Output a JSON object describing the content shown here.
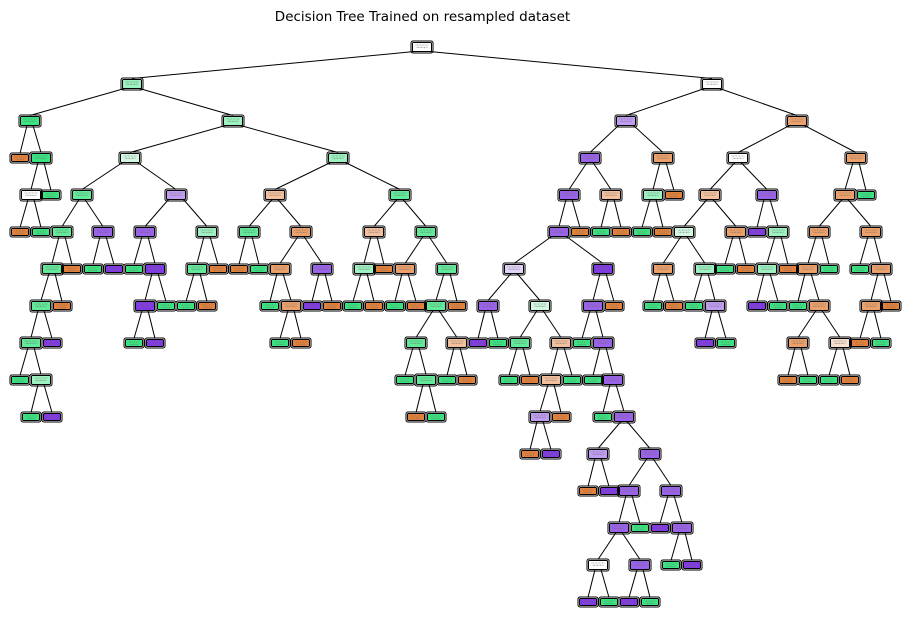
{
  "figure": {
    "title": "Decision Tree Trained on resampled dataset"
  },
  "palette": {
    "orange": "#e58139",
    "orange_mid": "#eca06a",
    "orange_light": "#f2c09c",
    "orange_pale": "#f8e0ce",
    "white": "#ffffff",
    "green": "#39e581",
    "green_mid": "#61ea9a",
    "green_light": "#9cf2c0",
    "green_pale": "#d3f9e3",
    "purple": "#8139e5",
    "purple_mid": "#9a61ea",
    "purple_light": "#c09cf2",
    "purple_pale": "#e3d3f9"
  },
  "tree": {
    "nodes": [
      {
        "id": "n0",
        "parent": null,
        "fill": "white"
      },
      {
        "id": "n1",
        "parent": "n0",
        "fill": "green_light"
      },
      {
        "id": "n2",
        "parent": "n1",
        "fill": "green"
      },
      {
        "id": "n3",
        "parent": "n2",
        "fill": "orange"
      },
      {
        "id": "n4",
        "parent": "n2",
        "fill": "green"
      },
      {
        "id": "n5",
        "parent": "n4",
        "fill": "white"
      },
      {
        "id": "n6",
        "parent": "n5",
        "fill": "orange"
      },
      {
        "id": "n7",
        "parent": "n5",
        "fill": "green"
      },
      {
        "id": "n8",
        "parent": "n4",
        "fill": "green"
      },
      {
        "id": "n9",
        "parent": "n1",
        "fill": "green_light"
      },
      {
        "id": "n10",
        "parent": "n9",
        "fill": "green_pale"
      },
      {
        "id": "n11",
        "parent": "n10",
        "fill": "green_mid"
      },
      {
        "id": "n12",
        "parent": "n11",
        "fill": "green_mid"
      },
      {
        "id": "n13",
        "parent": "n12",
        "fill": "green_mid"
      },
      {
        "id": "n14",
        "parent": "n13",
        "fill": "green_mid"
      },
      {
        "id": "n15",
        "parent": "n14",
        "fill": "green_mid"
      },
      {
        "id": "n16",
        "parent": "n15",
        "fill": "green"
      },
      {
        "id": "n17",
        "parent": "n15",
        "fill": "green_light"
      },
      {
        "id": "n18",
        "parent": "n17",
        "fill": "green"
      },
      {
        "id": "n19",
        "parent": "n17",
        "fill": "purple"
      },
      {
        "id": "n20",
        "parent": "n14",
        "fill": "purple"
      },
      {
        "id": "n21",
        "parent": "n13",
        "fill": "orange"
      },
      {
        "id": "n22",
        "parent": "n12",
        "fill": "orange"
      },
      {
        "id": "n23",
        "parent": "n11",
        "fill": "purple_mid"
      },
      {
        "id": "n24",
        "parent": "n23",
        "fill": "green"
      },
      {
        "id": "n25",
        "parent": "n23",
        "fill": "purple"
      },
      {
        "id": "n26",
        "parent": "n10",
        "fill": "purple_light"
      },
      {
        "id": "n27",
        "parent": "n26",
        "fill": "purple_mid"
      },
      {
        "id": "n28",
        "parent": "n27",
        "fill": "green"
      },
      {
        "id": "n29",
        "parent": "n27",
        "fill": "purple"
      },
      {
        "id": "n30",
        "parent": "n29",
        "fill": "purple"
      },
      {
        "id": "n31",
        "parent": "n30",
        "fill": "green"
      },
      {
        "id": "n32",
        "parent": "n30",
        "fill": "purple"
      },
      {
        "id": "n33",
        "parent": "n29",
        "fill": "green"
      },
      {
        "id": "n34",
        "parent": "n26",
        "fill": "green_light"
      },
      {
        "id": "n35",
        "parent": "n34",
        "fill": "green_mid"
      },
      {
        "id": "n36",
        "parent": "n35",
        "fill": "green"
      },
      {
        "id": "n37",
        "parent": "n35",
        "fill": "orange"
      },
      {
        "id": "n38",
        "parent": "n34",
        "fill": "orange"
      },
      {
        "id": "n39",
        "parent": "n9",
        "fill": "green_light"
      },
      {
        "id": "n40",
        "parent": "n39",
        "fill": "orange_light"
      },
      {
        "id": "n41",
        "parent": "n40",
        "fill": "green_mid"
      },
      {
        "id": "n42",
        "parent": "n41",
        "fill": "orange"
      },
      {
        "id": "n43",
        "parent": "n41",
        "fill": "green"
      },
      {
        "id": "n44",
        "parent": "n40",
        "fill": "orange_mid"
      },
      {
        "id": "n45",
        "parent": "n44",
        "fill": "orange_mid"
      },
      {
        "id": "n46",
        "parent": "n45",
        "fill": "green"
      },
      {
        "id": "n47",
        "parent": "n45",
        "fill": "orange_mid"
      },
      {
        "id": "n48",
        "parent": "n47",
        "fill": "green"
      },
      {
        "id": "n49",
        "parent": "n47",
        "fill": "orange"
      },
      {
        "id": "n50",
        "parent": "n44",
        "fill": "purple_mid"
      },
      {
        "id": "n51",
        "parent": "n50",
        "fill": "purple"
      },
      {
        "id": "n52",
        "parent": "n50",
        "fill": "orange"
      },
      {
        "id": "n53",
        "parent": "n39",
        "fill": "green_mid"
      },
      {
        "id": "n54",
        "parent": "n53",
        "fill": "orange_light"
      },
      {
        "id": "n55",
        "parent": "n54",
        "fill": "green_light"
      },
      {
        "id": "n56",
        "parent": "n55",
        "fill": "green"
      },
      {
        "id": "n57",
        "parent": "n55",
        "fill": "orange"
      },
      {
        "id": "n58",
        "parent": "n54",
        "fill": "orange"
      },
      {
        "id": "n59",
        "parent": "n53",
        "fill": "green_mid"
      },
      {
        "id": "n60",
        "parent": "n59",
        "fill": "orange_mid"
      },
      {
        "id": "n61",
        "parent": "n60",
        "fill": "green"
      },
      {
        "id": "n62",
        "parent": "n60",
        "fill": "orange"
      },
      {
        "id": "n63",
        "parent": "n59",
        "fill": "green_mid"
      },
      {
        "id": "n64",
        "parent": "n63",
        "fill": "green_mid"
      },
      {
        "id": "n65",
        "parent": "n64",
        "fill": "green_mid"
      },
      {
        "id": "n66",
        "parent": "n65",
        "fill": "green"
      },
      {
        "id": "n67",
        "parent": "n65",
        "fill": "green_mid"
      },
      {
        "id": "n68",
        "parent": "n67",
        "fill": "orange"
      },
      {
        "id": "n69",
        "parent": "n67",
        "fill": "green"
      },
      {
        "id": "n70",
        "parent": "n64",
        "fill": "orange_light"
      },
      {
        "id": "n71",
        "parent": "n70",
        "fill": "green"
      },
      {
        "id": "n72",
        "parent": "n70",
        "fill": "orange"
      },
      {
        "id": "n73",
        "parent": "n63",
        "fill": "orange"
      },
      {
        "id": "n74",
        "parent": "n0",
        "fill": "white"
      },
      {
        "id": "n75",
        "parent": "n74",
        "fill": "purple_light"
      },
      {
        "id": "n76",
        "parent": "n75",
        "fill": "purple_mid"
      },
      {
        "id": "n77",
        "parent": "n76",
        "fill": "purple_mid"
      },
      {
        "id": "n78",
        "parent": "n77",
        "fill": "purple_mid"
      },
      {
        "id": "n79",
        "parent": "n78",
        "fill": "purple_pale"
      },
      {
        "id": "n80",
        "parent": "n79",
        "fill": "purple_mid"
      },
      {
        "id": "n81",
        "parent": "n80",
        "fill": "purple"
      },
      {
        "id": "n82",
        "parent": "n80",
        "fill": "green"
      },
      {
        "id": "n83",
        "parent": "n79",
        "fill": "green_pale"
      },
      {
        "id": "n84",
        "parent": "n83",
        "fill": "green_mid"
      },
      {
        "id": "n85",
        "parent": "n84",
        "fill": "green"
      },
      {
        "id": "n86",
        "parent": "n84",
        "fill": "orange"
      },
      {
        "id": "n87",
        "parent": "n83",
        "fill": "orange_light"
      },
      {
        "id": "n88",
        "parent": "n87",
        "fill": "orange_light"
      },
      {
        "id": "n89",
        "parent": "n88",
        "fill": "purple_light"
      },
      {
        "id": "n90",
        "parent": "n89",
        "fill": "orange"
      },
      {
        "id": "n91",
        "parent": "n89",
        "fill": "purple"
      },
      {
        "id": "n92",
        "parent": "n88",
        "fill": "orange"
      },
      {
        "id": "n93",
        "parent": "n87",
        "fill": "green"
      },
      {
        "id": "n94",
        "parent": "n78",
        "fill": "purple"
      },
      {
        "id": "n95",
        "parent": "n94",
        "fill": "purple_mid"
      },
      {
        "id": "n96",
        "parent": "n95",
        "fill": "green"
      },
      {
        "id": "n97",
        "parent": "n95",
        "fill": "purple_mid"
      },
      {
        "id": "n98",
        "parent": "n97",
        "fill": "green"
      },
      {
        "id": "n99",
        "parent": "n97",
        "fill": "purple_mid"
      },
      {
        "id": "n100",
        "parent": "n99",
        "fill": "green"
      },
      {
        "id": "n101",
        "parent": "n99",
        "fill": "purple_mid"
      },
      {
        "id": "n102",
        "parent": "n101",
        "fill": "purple_light"
      },
      {
        "id": "n103",
        "parent": "n102",
        "fill": "orange"
      },
      {
        "id": "n104",
        "parent": "n102",
        "fill": "purple"
      },
      {
        "id": "n105",
        "parent": "n101",
        "fill": "purple_mid"
      },
      {
        "id": "n106",
        "parent": "n105",
        "fill": "purple_mid"
      },
      {
        "id": "n107",
        "parent": "n106",
        "fill": "purple_mid"
      },
      {
        "id": "n108",
        "parent": "n107",
        "fill": "white"
      },
      {
        "id": "n109",
        "parent": "n108",
        "fill": "purple"
      },
      {
        "id": "n110",
        "parent": "n108",
        "fill": "green"
      },
      {
        "id": "n111",
        "parent": "n107",
        "fill": "purple_mid"
      },
      {
        "id": "n112",
        "parent": "n111",
        "fill": "purple"
      },
      {
        "id": "n113",
        "parent": "n111",
        "fill": "green"
      },
      {
        "id": "n114",
        "parent": "n106",
        "fill": "green"
      },
      {
        "id": "n115",
        "parent": "n105",
        "fill": "purple_mid"
      },
      {
        "id": "n116",
        "parent": "n115",
        "fill": "purple"
      },
      {
        "id": "n117",
        "parent": "n115",
        "fill": "purple_mid"
      },
      {
        "id": "n118",
        "parent": "n117",
        "fill": "green"
      },
      {
        "id": "n119",
        "parent": "n117",
        "fill": "purple"
      },
      {
        "id": "n120",
        "parent": "n94",
        "fill": "orange"
      },
      {
        "id": "n121",
        "parent": "n77",
        "fill": "orange"
      },
      {
        "id": "n122",
        "parent": "n76",
        "fill": "orange_light"
      },
      {
        "id": "n123",
        "parent": "n122",
        "fill": "green"
      },
      {
        "id": "n124",
        "parent": "n122",
        "fill": "orange"
      },
      {
        "id": "n125",
        "parent": "n75",
        "fill": "orange_mid"
      },
      {
        "id": "n126",
        "parent": "n125",
        "fill": "green_light"
      },
      {
        "id": "n127",
        "parent": "n126",
        "fill": "green"
      },
      {
        "id": "n128",
        "parent": "n126",
        "fill": "orange"
      },
      {
        "id": "n129",
        "parent": "n125",
        "fill": "orange"
      },
      {
        "id": "n130",
        "parent": "n74",
        "fill": "orange_mid"
      },
      {
        "id": "n131",
        "parent": "n130",
        "fill": "white"
      },
      {
        "id": "n132",
        "parent": "n131",
        "fill": "orange_light"
      },
      {
        "id": "n133",
        "parent": "n132",
        "fill": "green_pale"
      },
      {
        "id": "n134",
        "parent": "n133",
        "fill": "orange_mid"
      },
      {
        "id": "n135",
        "parent": "n134",
        "fill": "green"
      },
      {
        "id": "n136",
        "parent": "n134",
        "fill": "orange"
      },
      {
        "id": "n137",
        "parent": "n133",
        "fill": "green_light"
      },
      {
        "id": "n138",
        "parent": "n137",
        "fill": "green"
      },
      {
        "id": "n139",
        "parent": "n137",
        "fill": "purple_light"
      },
      {
        "id": "n140",
        "parent": "n139",
        "fill": "purple"
      },
      {
        "id": "n141",
        "parent": "n139",
        "fill": "green"
      },
      {
        "id": "n142",
        "parent": "n132",
        "fill": "orange_mid"
      },
      {
        "id": "n143",
        "parent": "n142",
        "fill": "green"
      },
      {
        "id": "n144",
        "parent": "n142",
        "fill": "orange"
      },
      {
        "id": "n145",
        "parent": "n131",
        "fill": "purple_mid"
      },
      {
        "id": "n146",
        "parent": "n145",
        "fill": "purple"
      },
      {
        "id": "n147",
        "parent": "n145",
        "fill": "green_light"
      },
      {
        "id": "n148",
        "parent": "n147",
        "fill": "green_light"
      },
      {
        "id": "n149",
        "parent": "n148",
        "fill": "purple"
      },
      {
        "id": "n150",
        "parent": "n148",
        "fill": "green"
      },
      {
        "id": "n151",
        "parent": "n147",
        "fill": "orange"
      },
      {
        "id": "n152",
        "parent": "n130",
        "fill": "orange_mid"
      },
      {
        "id": "n153",
        "parent": "n152",
        "fill": "orange_mid"
      },
      {
        "id": "n154",
        "parent": "n153",
        "fill": "orange_mid"
      },
      {
        "id": "n155",
        "parent": "n154",
        "fill": "orange_mid"
      },
      {
        "id": "n156",
        "parent": "n155",
        "fill": "green"
      },
      {
        "id": "n157",
        "parent": "n155",
        "fill": "orange_mid"
      },
      {
        "id": "n158",
        "parent": "n157",
        "fill": "orange_mid"
      },
      {
        "id": "n159",
        "parent": "n158",
        "fill": "orange"
      },
      {
        "id": "n160",
        "parent": "n158",
        "fill": "green"
      },
      {
        "id": "n161",
        "parent": "n157",
        "fill": "orange_pale"
      },
      {
        "id": "n162",
        "parent": "n161",
        "fill": "green"
      },
      {
        "id": "n163",
        "parent": "n161",
        "fill": "orange"
      },
      {
        "id": "n164",
        "parent": "n154",
        "fill": "green"
      },
      {
        "id": "n165",
        "parent": "n153",
        "fill": "orange_mid"
      },
      {
        "id": "n166",
        "parent": "n165",
        "fill": "green"
      },
      {
        "id": "n167",
        "parent": "n165",
        "fill": "orange_mid"
      },
      {
        "id": "n168",
        "parent": "n167",
        "fill": "orange_mid"
      },
      {
        "id": "n169",
        "parent": "n168",
        "fill": "orange"
      },
      {
        "id": "n170",
        "parent": "n168",
        "fill": "green"
      },
      {
        "id": "n171",
        "parent": "n167",
        "fill": "orange"
      },
      {
        "id": "n172",
        "parent": "n152",
        "fill": "green"
      }
    ]
  }
}
